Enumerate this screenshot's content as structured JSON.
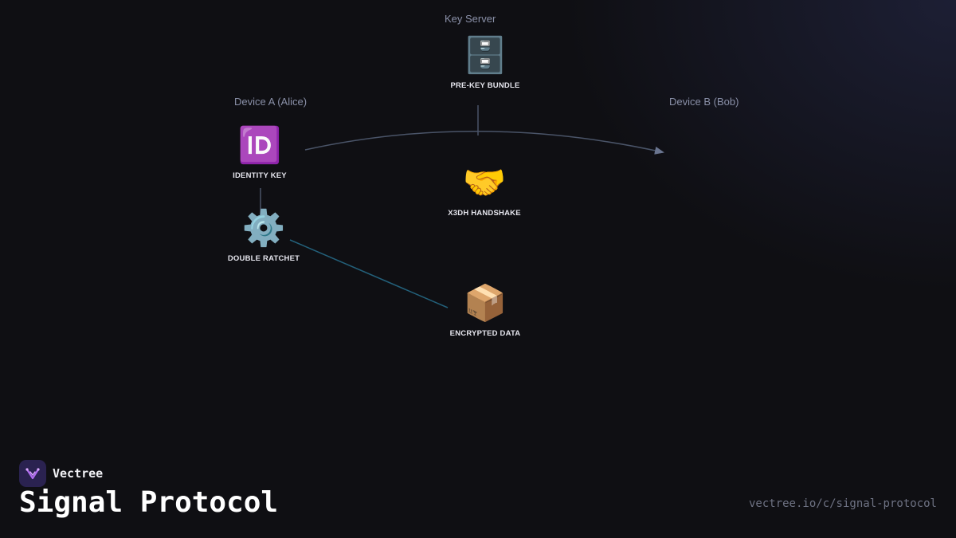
{
  "regions": {
    "key_server": "Key Server",
    "device_a": "Device A (Alice)",
    "device_b": "Device B (Bob)"
  },
  "nodes": {
    "pre_key_bundle": {
      "icon": "filing-cabinet-icon",
      "glyph": "🗄️",
      "label": "PRE-KEY BUNDLE"
    },
    "identity_key": {
      "icon": "id-icon",
      "glyph": "🆔",
      "label": "IDENTITY KEY"
    },
    "x3dh_handshake": {
      "icon": "handshake-icon",
      "glyph": "🤝",
      "label": "X3DH HANDSHAKE"
    },
    "double_ratchet": {
      "icon": "gear-icon",
      "glyph": "⚙️",
      "label": "DOUBLE RATCHET"
    },
    "encrypted_data": {
      "icon": "package-icon",
      "glyph": "📦",
      "label": "ENCRYPTED DATA"
    }
  },
  "colors": {
    "background": "#0f0f13",
    "connector": "#4a5468",
    "connector_accent": "#23607a",
    "arrow": "#6a7590",
    "brand_logo": "#2a2250",
    "brand_mark": "#b06cf0"
  },
  "footer": {
    "brand_name": "Vectree",
    "title": "Signal Protocol",
    "url": "vectree.io/c/signal-protocol"
  }
}
